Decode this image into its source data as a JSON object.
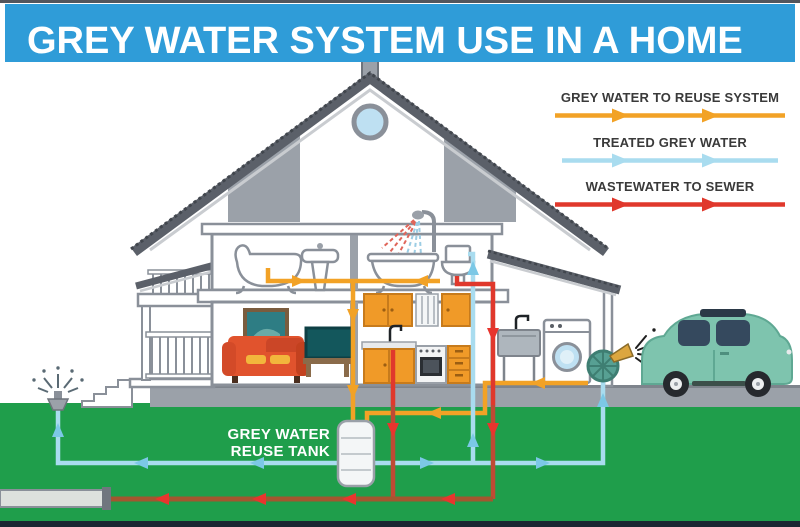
{
  "title": "GREY WATER SYSTEM USE IN A HOME",
  "legend": {
    "items": [
      {
        "id": "grey-water-to-reuse",
        "label": "GREY WATER TO REUSE SYSTEM",
        "color": "#F2A226"
      },
      {
        "id": "treated-grey-water",
        "label": "TREATED GREY WATER",
        "color": "#A9DCEF"
      },
      {
        "id": "wastewater-to-sewer",
        "label": "WASTEWATER TO SEWER",
        "color": "#E0382C"
      }
    ]
  },
  "tank": {
    "label_line1": "GREY WATER",
    "label_line2": "REUSE TANK"
  },
  "colors": {
    "header_bar": "#2F9CD8",
    "grass": "#1F9E4B",
    "roof": "#5B6069",
    "walls_outline": "#8A9099",
    "gable_panel": "#9BA1A9",
    "foundation": "#9BA1A9",
    "cabinet_orange": "#F09A28",
    "sofa_orange": "#E1532D",
    "cushion_yellow": "#F2B63C",
    "tv_teal": "#13575C",
    "car_teal": "#7EC4AE",
    "pipe_greywater": "#F2A226",
    "pipe_treated": "#A9DCEF",
    "pipe_wastewater": "#E0382C",
    "sewer_main": "#A2572F",
    "attic_window_glass": "#BEE0F2"
  }
}
